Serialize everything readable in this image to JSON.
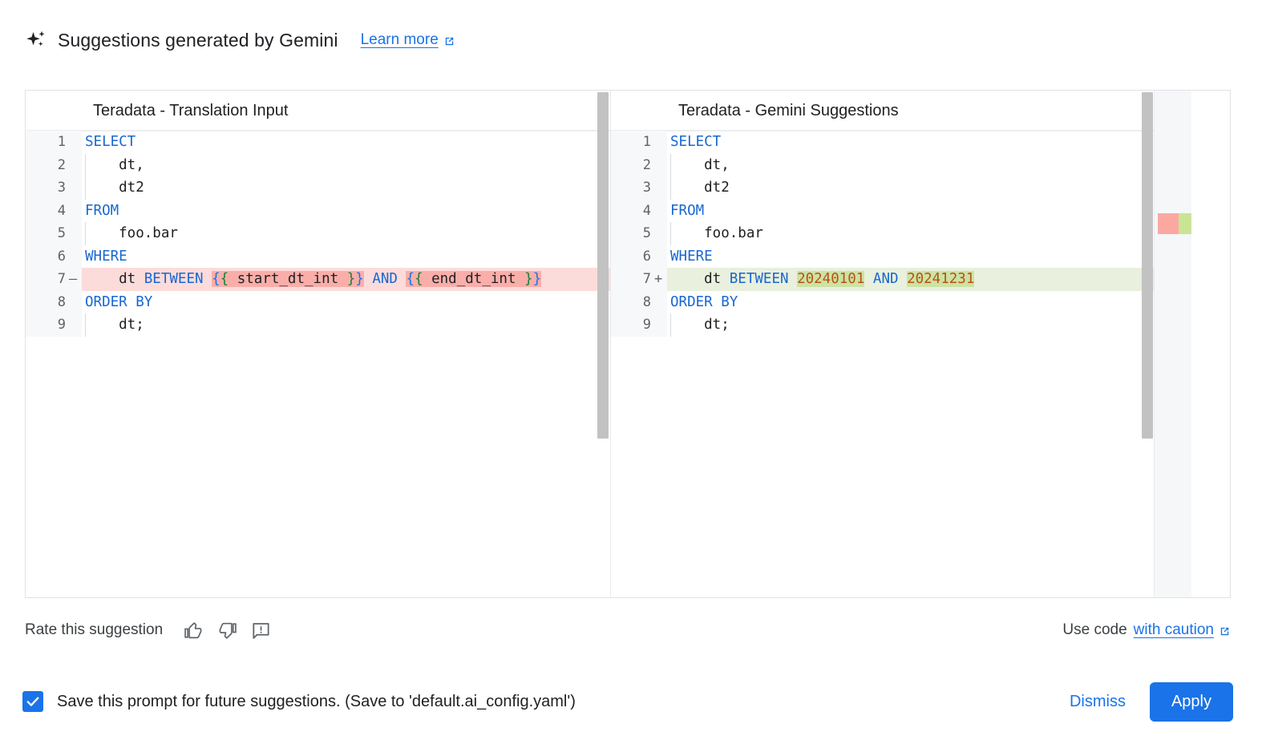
{
  "header": {
    "icon": "sparkle-icon",
    "title": "Suggestions generated by Gemini",
    "learn_more": "Learn more",
    "learn_more_icon": "external-link-icon"
  },
  "colors": {
    "accent": "#1a73e8",
    "keyword": "#1967d2",
    "number": "#b8530f",
    "brace_open": "#1a73e8",
    "brace_close": "#188038",
    "del_line_bg": "#fbdcdb",
    "del_seg_bg": "#f9aea9",
    "add_line_bg": "#e9f0dd",
    "add_seg_bg": "#cde2a5",
    "ruler_red": "#fca8a2",
    "ruler_green": "#cae495",
    "scrollbar_thumb": "#c2c2c2"
  },
  "diff": {
    "left": {
      "title": "Teradata - Translation Input",
      "lines": [
        {
          "n": "1",
          "sign": "",
          "state": "normal",
          "indent": false,
          "tokens": [
            {
              "t": "SELECT",
              "c": "kw"
            }
          ]
        },
        {
          "n": "2",
          "sign": "",
          "state": "normal",
          "indent": true,
          "tokens": [
            {
              "t": "    dt,",
              "c": "plain"
            }
          ]
        },
        {
          "n": "3",
          "sign": "",
          "state": "normal",
          "indent": true,
          "tokens": [
            {
              "t": "    dt2",
              "c": "plain"
            }
          ]
        },
        {
          "n": "4",
          "sign": "",
          "state": "normal",
          "indent": false,
          "tokens": [
            {
              "t": "FROM",
              "c": "kw"
            }
          ]
        },
        {
          "n": "5",
          "sign": "",
          "state": "normal",
          "indent": true,
          "tokens": [
            {
              "t": "    foo.bar",
              "c": "plain"
            }
          ]
        },
        {
          "n": "6",
          "sign": "",
          "state": "normal",
          "indent": false,
          "tokens": [
            {
              "t": "WHERE",
              "c": "kw"
            }
          ]
        },
        {
          "n": "7",
          "sign": "—",
          "state": "del",
          "indent": false,
          "tokens": [
            {
              "t": "    dt ",
              "c": "plain"
            },
            {
              "t": "BETWEEN",
              "c": "kw"
            },
            {
              "t": " ",
              "c": "plain"
            },
            {
              "t": "{",
              "c": "brc",
              "seg": "del"
            },
            {
              "t": "{",
              "c": "brc2",
              "seg": "del"
            },
            {
              "t": " start_dt_int ",
              "c": "plain",
              "seg": "del"
            },
            {
              "t": "}",
              "c": "brc2",
              "seg": "del"
            },
            {
              "t": "}",
              "c": "brc",
              "seg": "del"
            },
            {
              "t": " ",
              "c": "plain"
            },
            {
              "t": "AND",
              "c": "kw"
            },
            {
              "t": " ",
              "c": "plain"
            },
            {
              "t": "{",
              "c": "brc",
              "seg": "del"
            },
            {
              "t": "{",
              "c": "brc2",
              "seg": "del"
            },
            {
              "t": " end_dt_int ",
              "c": "plain",
              "seg": "del"
            },
            {
              "t": "}",
              "c": "brc2",
              "seg": "del"
            },
            {
              "t": "}",
              "c": "brc",
              "seg": "del"
            }
          ]
        },
        {
          "n": "8",
          "sign": "",
          "state": "normal",
          "indent": false,
          "tokens": [
            {
              "t": "ORDER BY",
              "c": "kw"
            }
          ]
        },
        {
          "n": "9",
          "sign": "",
          "state": "normal",
          "indent": true,
          "tokens": [
            {
              "t": "    dt;",
              "c": "plain"
            }
          ]
        }
      ]
    },
    "right": {
      "title": "Teradata - Gemini Suggestions",
      "lines": [
        {
          "n": "1",
          "sign": "",
          "state": "normal",
          "indent": false,
          "tokens": [
            {
              "t": "SELECT",
              "c": "kw"
            }
          ]
        },
        {
          "n": "2",
          "sign": "",
          "state": "normal",
          "indent": true,
          "tokens": [
            {
              "t": "    dt,",
              "c": "plain"
            }
          ]
        },
        {
          "n": "3",
          "sign": "",
          "state": "normal",
          "indent": true,
          "tokens": [
            {
              "t": "    dt2",
              "c": "plain"
            }
          ]
        },
        {
          "n": "4",
          "sign": "",
          "state": "normal",
          "indent": false,
          "tokens": [
            {
              "t": "FROM",
              "c": "kw"
            }
          ]
        },
        {
          "n": "5",
          "sign": "",
          "state": "normal",
          "indent": true,
          "tokens": [
            {
              "t": "    foo.bar",
              "c": "plain"
            }
          ]
        },
        {
          "n": "6",
          "sign": "",
          "state": "normal",
          "indent": false,
          "tokens": [
            {
              "t": "WHERE",
              "c": "kw"
            }
          ]
        },
        {
          "n": "7",
          "sign": "+",
          "state": "add",
          "indent": false,
          "tokens": [
            {
              "t": "    dt ",
              "c": "plain"
            },
            {
              "t": "BETWEEN",
              "c": "kw"
            },
            {
              "t": " ",
              "c": "plain"
            },
            {
              "t": "20240101",
              "c": "num",
              "seg": "add"
            },
            {
              "t": " ",
              "c": "plain"
            },
            {
              "t": "AND",
              "c": "kw"
            },
            {
              "t": " ",
              "c": "plain"
            },
            {
              "t": "20241231",
              "c": "num",
              "seg": "add"
            }
          ]
        },
        {
          "n": "8",
          "sign": "",
          "state": "normal",
          "indent": false,
          "tokens": [
            {
              "t": "ORDER BY",
              "c": "kw"
            }
          ]
        },
        {
          "n": "9",
          "sign": "",
          "state": "normal",
          "indent": true,
          "tokens": [
            {
              "t": "    dt;",
              "c": "plain"
            }
          ]
        }
      ]
    }
  },
  "rate": {
    "label": "Rate this suggestion",
    "thumb_up_icon": "thumb-up-icon",
    "thumb_down_icon": "thumb-down-icon",
    "feedback_icon": "report-feedback-icon",
    "use_code_prefix": "Use code",
    "caution_link": "with caution",
    "caution_icon": "external-link-icon"
  },
  "footer": {
    "checkbox_checked": true,
    "checkbox_label": "Save this prompt for future suggestions. (Save to 'default.ai_config.yaml')",
    "dismiss_label": "Dismiss",
    "apply_label": "Apply"
  }
}
